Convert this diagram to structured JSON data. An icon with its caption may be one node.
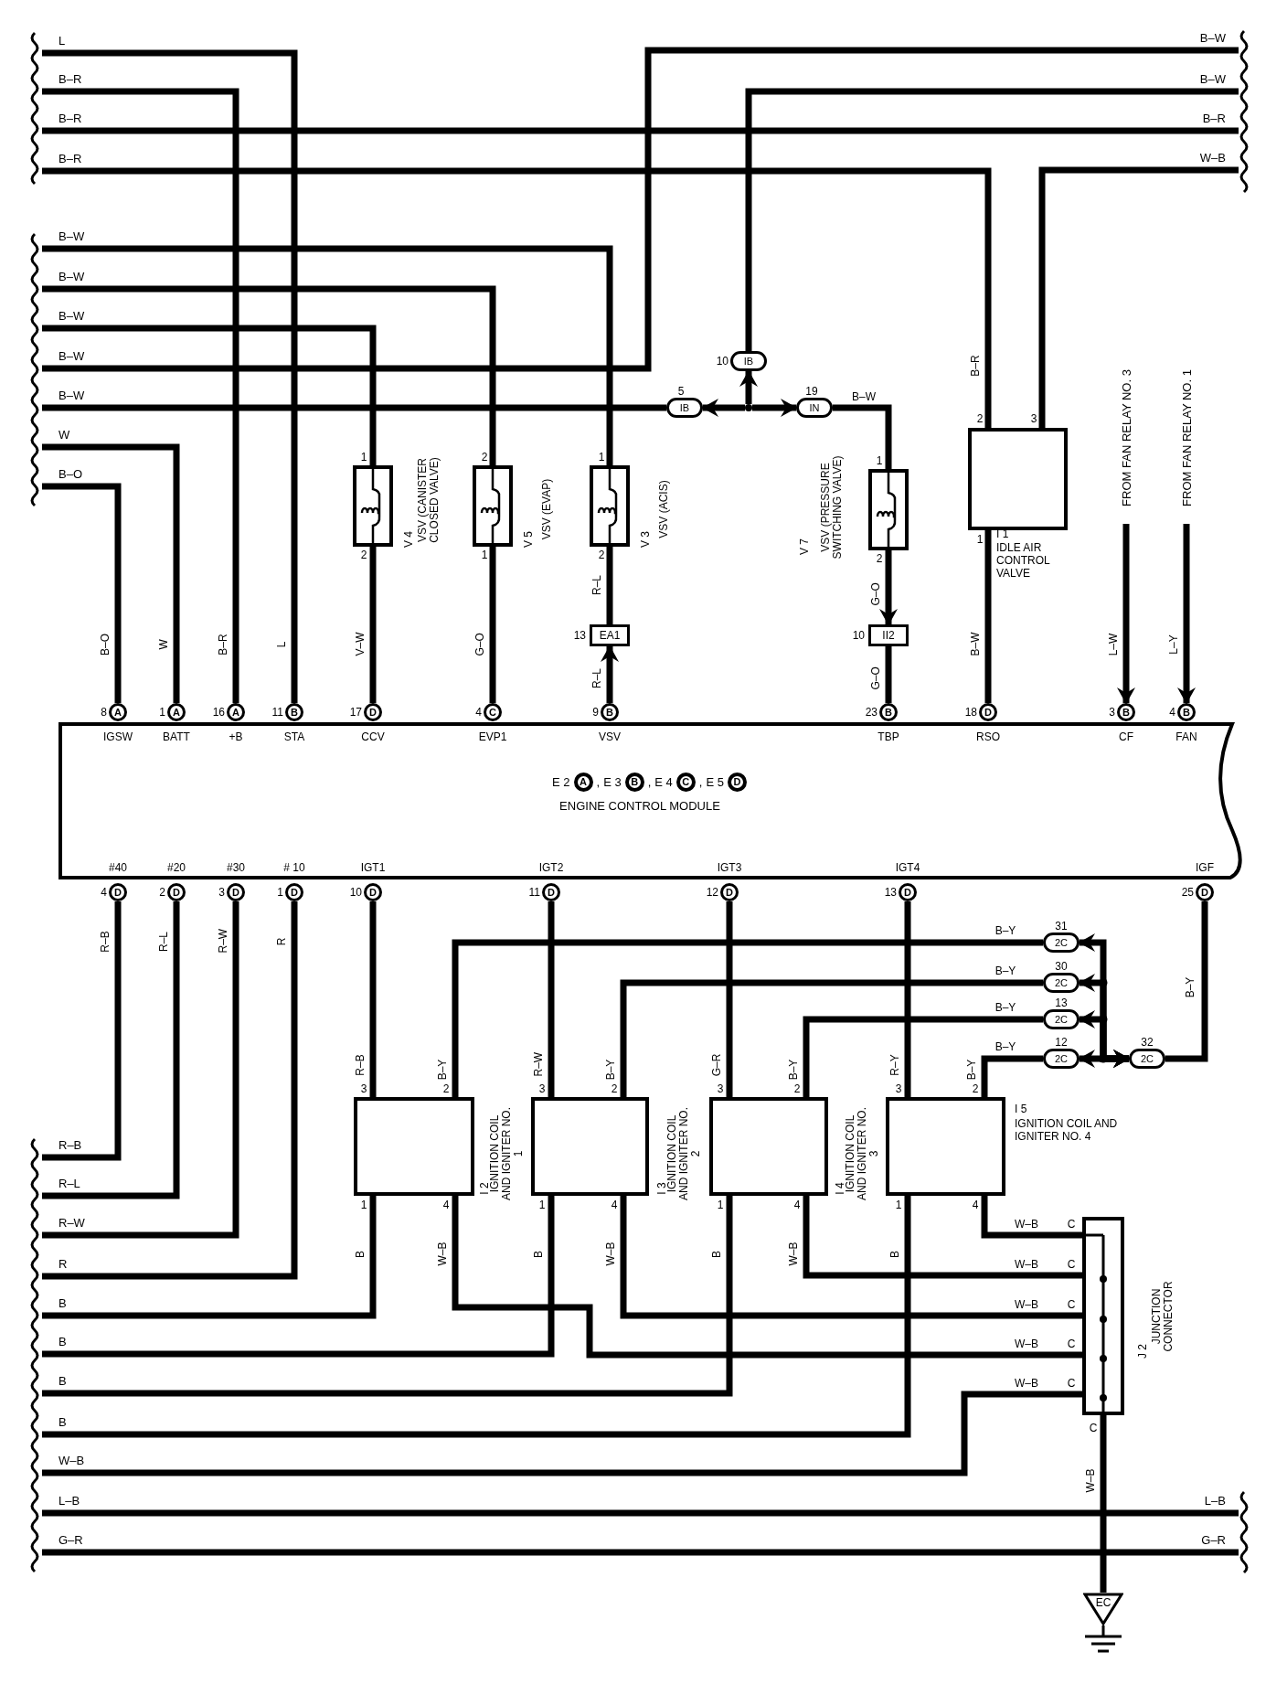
{
  "diagram": {
    "nodes": [
      {
        "text": [
          "ENGINE CONTROL MODULE"
        ]
      },
      {
        "text": [
          "L"
        ]
      },
      {
        "text": [
          "B–R"
        ]
      },
      {
        "text": [
          "B–R"
        ]
      },
      {
        "text": [
          "B–R"
        ]
      },
      {
        "text": [
          "B–W"
        ]
      },
      {
        "text": [
          "B–W"
        ]
      },
      {
        "text": [
          "B–W"
        ]
      },
      {
        "text": [
          "B–W"
        ]
      },
      {
        "text": [
          "B–W"
        ]
      },
      {
        "text": [
          "W"
        ]
      },
      {
        "text": [
          "B–O"
        ]
      },
      {
        "text": [
          "B–W"
        ]
      },
      {
        "text": [
          "B–W"
        ]
      },
      {
        "text": [
          "B–R"
        ]
      },
      {
        "text": [
          "W–B"
        ]
      },
      {
        "text": [],
        "shape": "box",
        "beside": [
          "1",
          "2",
          "V 4",
          "VSV (CANISTER CLOSED VALVE)"
        ]
      },
      {
        "text": [],
        "shape": "box",
        "beside": [
          "2",
          "1",
          "V 5",
          "VSV (EVAP)"
        ]
      },
      {
        "text": [],
        "shape": "box",
        "beside": [
          "1",
          "2",
          "V 3",
          "VSV (ACIS)"
        ]
      },
      {
        "text": [],
        "shape": "box",
        "beside": [
          "1",
          "2",
          "V 7",
          "VSV (PRESSURE SWITCHING VALVE)"
        ]
      },
      {
        "text": [],
        "shape": "box",
        "beside": [
          "2",
          "3",
          "1",
          "I 1",
          "IDLE AIR CONTROL VALVE"
        ]
      },
      {
        "text": [
          "IB"
        ],
        "beside": [
          "10"
        ]
      },
      {
        "text": [
          "IB"
        ],
        "beside": [
          "5"
        ]
      },
      {
        "text": [],
        "shape": "circle"
      },
      {
        "text": [
          "IN"
        ],
        "beside": [
          "19"
        ]
      },
      {
        "text": [
          "EA1"
        ],
        "beside": [
          "13"
        ]
      },
      {
        "text": [
          "II2"
        ],
        "beside": [
          "10"
        ]
      },
      {
        "text": [
          "FROM FAN RELAY NO. 3"
        ]
      },
      {
        "text": [
          "FROM FAN RELAY NO. 1"
        ]
      },
      {
        "text": [
          "A"
        ],
        "beside": [
          "8"
        ]
      },
      {
        "text": [
          "A"
        ],
        "beside": [
          "1"
        ]
      },
      {
        "text": [
          "A"
        ],
        "beside": [
          "16"
        ]
      },
      {
        "text": [
          "B"
        ],
        "beside": [
          "11"
        ]
      },
      {
        "text": [
          "D"
        ],
        "beside": [
          "17"
        ]
      },
      {
        "text": [
          "C"
        ],
        "beside": [
          "4"
        ]
      },
      {
        "text": [
          "B"
        ],
        "beside": [
          "9"
        ]
      },
      {
        "text": [
          "B"
        ],
        "beside": [
          "23"
        ]
      },
      {
        "text": [
          "D"
        ],
        "beside": [
          "18"
        ]
      },
      {
        "text": [
          "B"
        ],
        "beside": [
          "3"
        ]
      },
      {
        "text": [
          "B"
        ],
        "beside": [
          "4"
        ]
      },
      {
        "text": [
          "D"
        ],
        "beside": [
          "4"
        ]
      },
      {
        "text": [
          "D"
        ],
        "beside": [
          "2"
        ]
      },
      {
        "text": [
          "D"
        ],
        "beside": [
          "3"
        ]
      },
      {
        "text": [
          "D"
        ],
        "beside": [
          "1"
        ]
      },
      {
        "text": [
          "D"
        ],
        "beside": [
          "10"
        ]
      },
      {
        "text": [
          "D"
        ],
        "beside": [
          "11"
        ]
      },
      {
        "text": [
          "D"
        ],
        "beside": [
          "12"
        ]
      },
      {
        "text": [
          "D"
        ],
        "beside": [
          "13"
        ]
      },
      {
        "text": [
          "D"
        ],
        "beside": [
          "25"
        ]
      },
      {
        "text": [],
        "shape": "box",
        "beside": [
          "3",
          "2",
          "1",
          "4",
          "I 2",
          "IGNITION COIL AND IGNITER NO. 1"
        ]
      },
      {
        "text": [],
        "shape": "box",
        "beside": [
          "3",
          "2",
          "1",
          "4",
          "I 3",
          "IGNITION COIL AND IGNITER NO. 2"
        ]
      },
      {
        "text": [],
        "shape": "box",
        "beside": [
          "3",
          "2",
          "1",
          "4",
          "I 4",
          "IGNITION COIL AND IGNITER NO. 3"
        ]
      },
      {
        "text": [],
        "shape": "box",
        "beside": [
          "3",
          "2",
          "1",
          "4",
          "I 5",
          "IGNITION COIL AND IGNITER NO. 4"
        ]
      },
      {
        "text": [
          "2C"
        ],
        "beside": [
          "31"
        ]
      },
      {
        "text": [
          "2C"
        ],
        "beside": [
          "30"
        ]
      },
      {
        "text": [
          "2C"
        ],
        "beside": [
          "13"
        ]
      },
      {
        "text": [
          "2C"
        ],
        "beside": [
          "12"
        ]
      },
      {
        "text": [
          "2C"
        ],
        "beside": [
          "32"
        ]
      },
      {
        "text": [],
        "shape": "box",
        "beside": [
          "C",
          "C",
          "C",
          "C",
          "C",
          "C",
          "J 2",
          "JUNCTION CONNECTOR"
        ]
      },
      {
        "text": [
          "EC"
        ]
      },
      {
        "text": [
          "R–B"
        ]
      },
      {
        "text": [
          "R–L"
        ]
      },
      {
        "text": [
          "R–W"
        ]
      },
      {
        "text": [
          "R"
        ]
      },
      {
        "text": [
          "B"
        ]
      },
      {
        "text": [
          "B"
        ]
      },
      {
        "text": [
          "B"
        ]
      },
      {
        "text": [
          "B"
        ]
      },
      {
        "text": [
          "W–B"
        ]
      },
      {
        "text": [
          "L–B"
        ]
      },
      {
        "text": [
          "G–R"
        ]
      },
      {
        "text": [
          "L–B"
        ]
      },
      {
        "text": [
          "G–R"
        ]
      }
    ],
    "edges": [
      {
        "from": 1,
        "to": 32,
        "arrow": "none",
        "label": "L"
      },
      {
        "from": 2,
        "to": 31,
        "arrow": "none",
        "label": "B–R"
      },
      {
        "from": 3,
        "to": 14,
        "arrow": "none"
      },
      {
        "from": 4,
        "to": 20,
        "arrow": "none",
        "label": "B–R"
      },
      {
        "from": 5,
        "to": 18,
        "arrow": "none"
      },
      {
        "from": 6,
        "to": 17,
        "arrow": "none"
      },
      {
        "from": 7,
        "to": 16,
        "arrow": "none"
      },
      {
        "from": 8,
        "to": 12,
        "arrow": "none"
      },
      {
        "from": 9,
        "to": 22,
        "arrow": "none"
      },
      {
        "from": 23,
        "to": 22,
        "arrow": "to"
      },
      {
        "from": 23,
        "to": 21,
        "arrow": "to"
      },
      {
        "from": 23,
        "to": 24,
        "arrow": "to"
      },
      {
        "from": 21,
        "to": 13,
        "arrow": "none"
      },
      {
        "from": 24,
        "to": 19,
        "arrow": "none",
        "label": "B–W"
      },
      {
        "from": 10,
        "to": 30,
        "arrow": "none",
        "label": "W"
      },
      {
        "from": 11,
        "to": 29,
        "arrow": "none",
        "label": "B–O"
      },
      {
        "from": 16,
        "to": 33,
        "arrow": "none",
        "label": "V–W"
      },
      {
        "from": 17,
        "to": 34,
        "arrow": "none",
        "label": "G–O"
      },
      {
        "from": 18,
        "to": 25,
        "arrow": "none",
        "label": "R–L"
      },
      {
        "from": 35,
        "to": 25,
        "arrow": "to",
        "label": "R–L"
      },
      {
        "from": 19,
        "to": 26,
        "arrow": "to",
        "label": "G–O"
      },
      {
        "from": 26,
        "to": 36,
        "arrow": "none",
        "label": "G–O"
      },
      {
        "from": 20,
        "to": 37,
        "arrow": "none",
        "label": "B–W"
      },
      {
        "from": 15,
        "to": 20,
        "arrow": "none"
      },
      {
        "from": 27,
        "to": 38,
        "arrow": "to",
        "label": "L–W"
      },
      {
        "from": 28,
        "to": 39,
        "arrow": "to",
        "label": "L–Y"
      },
      {
        "from": 40,
        "to": 60,
        "arrow": "none",
        "label": "R–B"
      },
      {
        "from": 41,
        "to": 61,
        "arrow": "none",
        "label": "R–L"
      },
      {
        "from": 42,
        "to": 62,
        "arrow": "none",
        "label": "R–W"
      },
      {
        "from": 43,
        "to": 63,
        "arrow": "none",
        "label": "R"
      },
      {
        "from": 44,
        "to": 49,
        "arrow": "none",
        "label": "R–B"
      },
      {
        "from": 45,
        "to": 50,
        "arrow": "none",
        "label": "R–W"
      },
      {
        "from": 46,
        "to": 51,
        "arrow": "none",
        "label": "G–R"
      },
      {
        "from": 47,
        "to": 52,
        "arrow": "none",
        "label": "R–Y"
      },
      {
        "from": 53,
        "to": 49,
        "arrow": "none",
        "label": "B–Y"
      },
      {
        "from": 54,
        "to": 50,
        "arrow": "none",
        "label": "B–Y"
      },
      {
        "from": 55,
        "to": 51,
        "arrow": "none",
        "label": "B–Y"
      },
      {
        "from": 56,
        "to": 52,
        "arrow": "none",
        "label": "B–Y"
      },
      {
        "from": 57,
        "to": 53,
        "arrow": "both"
      },
      {
        "from": 57,
        "to": 54,
        "arrow": "both"
      },
      {
        "from": 57,
        "to": 55,
        "arrow": "both"
      },
      {
        "from": 57,
        "to": 56,
        "arrow": "both"
      },
      {
        "from": 48,
        "to": 57,
        "arrow": "none",
        "label": "B–Y"
      },
      {
        "from": 49,
        "to": 64,
        "arrow": "none",
        "label": "B"
      },
      {
        "from": 50,
        "to": 65,
        "arrow": "none",
        "label": "B"
      },
      {
        "from": 51,
        "to": 66,
        "arrow": "none",
        "label": "B"
      },
      {
        "from": 52,
        "to": 67,
        "arrow": "none",
        "label": "B"
      },
      {
        "from": 52,
        "to": 58,
        "arrow": "none",
        "label": "W–B"
      },
      {
        "from": 51,
        "to": 58,
        "arrow": "none",
        "label": "W–B"
      },
      {
        "from": 50,
        "to": 58,
        "arrow": "none",
        "label": "W–B"
      },
      {
        "from": 49,
        "to": 58,
        "arrow": "none",
        "label": "W–B"
      },
      {
        "from": 68,
        "to": 58,
        "arrow": "none",
        "label": "W–B"
      },
      {
        "from": 58,
        "to": 59,
        "arrow": "none",
        "label": "W–B"
      },
      {
        "from": 69,
        "to": 71,
        "arrow": "none"
      },
      {
        "from": 70,
        "to": 72,
        "arrow": "none"
      }
    ],
    "labels": [
      "IGSW",
      "BATT",
      "+B",
      "STA",
      "CCV",
      "EVP1",
      "VSV",
      "TBP",
      "RSO",
      "CF",
      "FAN",
      "E 2",
      "A",
      ",",
      "E 3",
      "B",
      ",",
      "E 4",
      "C",
      ",",
      "E 5",
      "D",
      "#40",
      "#20",
      "#30",
      "# 10",
      "IGT1",
      "IGT2",
      "IGT3",
      "IGT4",
      "IGF",
      "B–Y",
      "B–Y",
      "B–Y",
      "B–Y",
      "W–B",
      "W–B",
      "W–B"
    ]
  }
}
